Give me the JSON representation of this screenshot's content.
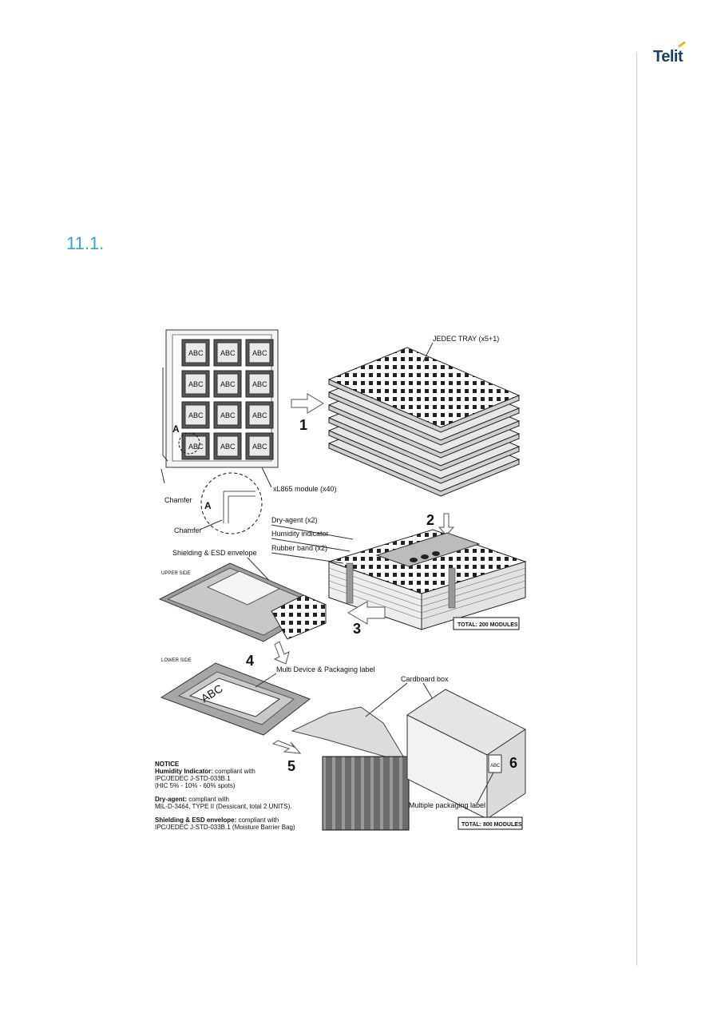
{
  "header": {
    "logo_text": "Telit",
    "logo_color": "#1c3f66",
    "logo_accent": "#f2b233"
  },
  "section": {
    "number": "11.1."
  },
  "figure": {
    "tray_label": "JEDEC TRAY (x5+1)",
    "module_text": "ABC",
    "module_label": "xL865 module (x40)",
    "chamfer_label": "Chamfer",
    "chamfer_detail_label": "Chamfer",
    "detail_letter": "A",
    "dry_agent_label": "Dry-agent (x2)",
    "humidity_label": "Humidity indicator",
    "rubber_label": "Rubber band (x2)",
    "shielding_label": "Shielding & ESD envelope",
    "upper_side": "UPPER SIDE",
    "lower_side": "LOWER SIDE",
    "multi_label": "Multi Device & Packaging label",
    "cardboard_label": "Cardboard box",
    "multiple_label": "Multiple packaging label",
    "total_200": "TOTAL: 200 MODULES",
    "total_800": "TOTAL: 800  MODULES",
    "steps": [
      "1",
      "2",
      "3",
      "4",
      "5",
      "6"
    ],
    "notice": {
      "title": "NOTICE",
      "hum_bold": "Humidity Indicator:",
      "hum_rest": " compliant with",
      "hum_line2": "IPC/JEDEC J-STD-033B.1",
      "hum_line3": "(HIC 5% - 10% - 60% spots)",
      "dry_bold": "Dry-agent:",
      "dry_rest": " compliant with",
      "dry_line2": "MIL-D-3464, TYPE II (Dessicant, total 2 UNITS).",
      "shield_bold": "Shielding & ESD envelope:",
      "shield_rest": " compliant with",
      "shield_line2": "IPC/JEDEC J-STD-033B.1 (Moisture Barrier Bag)"
    }
  }
}
